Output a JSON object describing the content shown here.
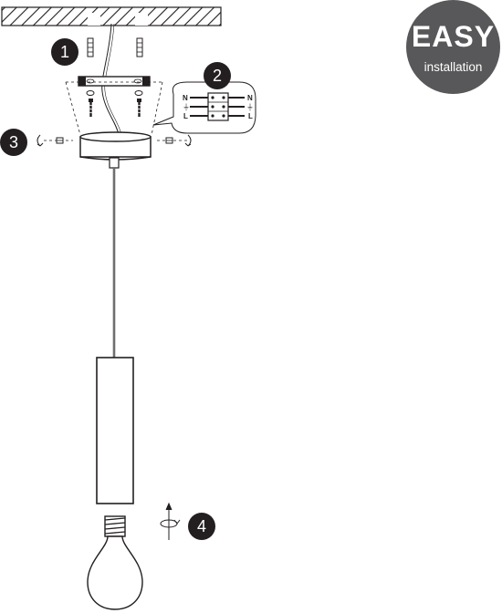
{
  "badge": {
    "title": "EASY",
    "subtitle": "installation",
    "color": "#58585a"
  },
  "steps": [
    {
      "number": "1"
    },
    {
      "number": "2"
    },
    {
      "number": "3"
    },
    {
      "number": "4"
    }
  ],
  "wiring": {
    "labels": [
      "N",
      "⏚",
      "L"
    ]
  },
  "colors": {
    "line": "#231f20",
    "hatch": "#231f20",
    "badge_dark": "#231f20"
  }
}
